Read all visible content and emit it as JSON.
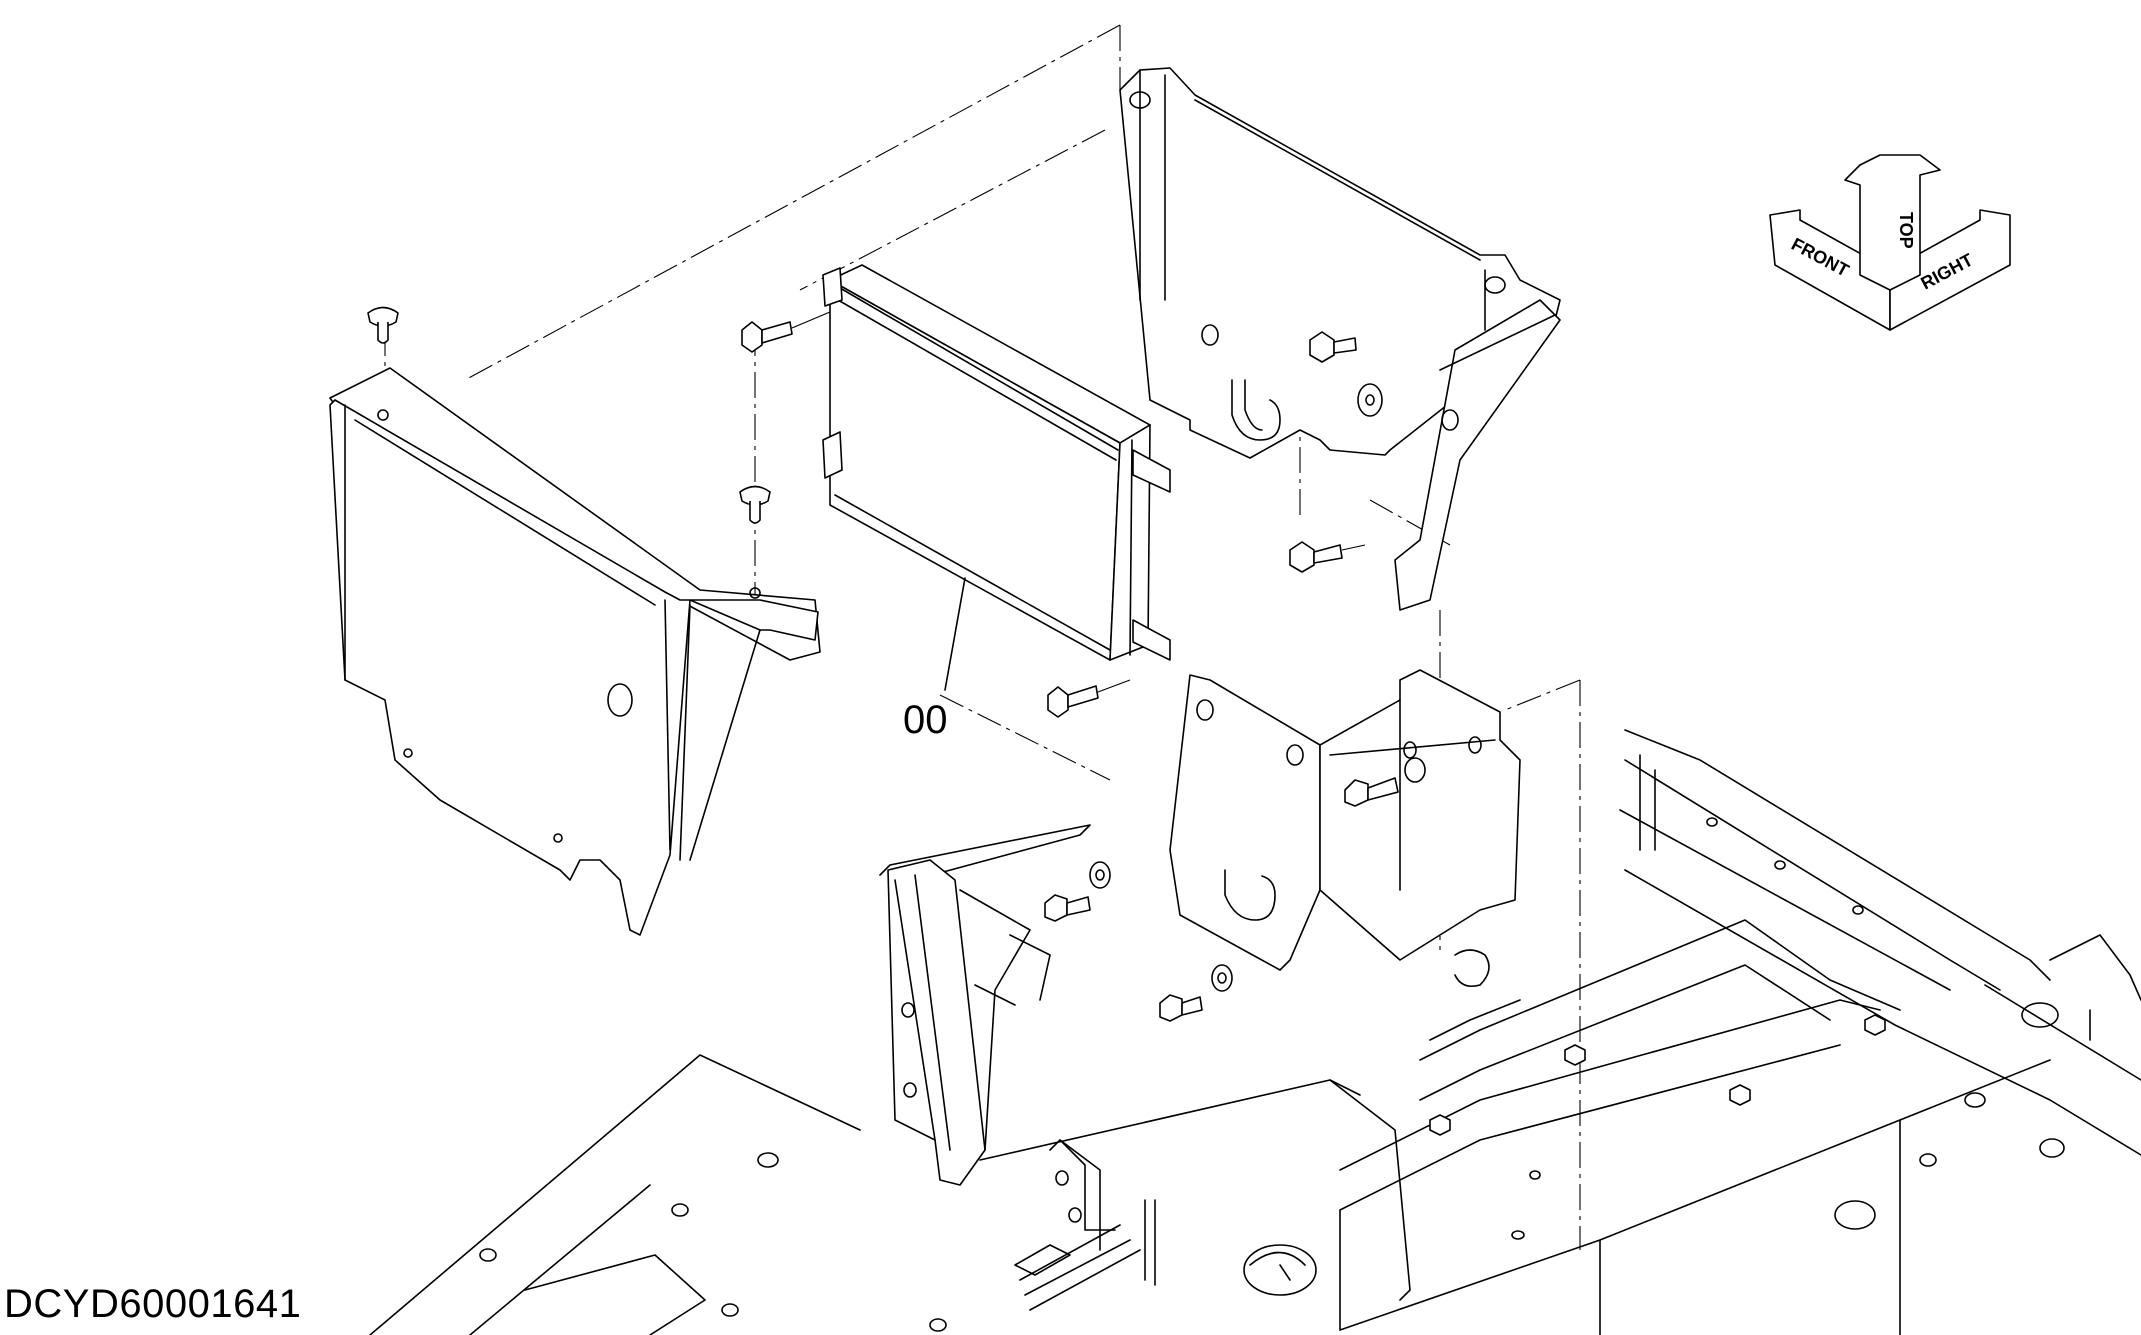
{
  "diagram": {
    "callout_label": "00",
    "drawing_number": "DCYD60001641",
    "orientation": {
      "front": "FRONT",
      "top": "TOP",
      "right": "RIGHT"
    }
  }
}
